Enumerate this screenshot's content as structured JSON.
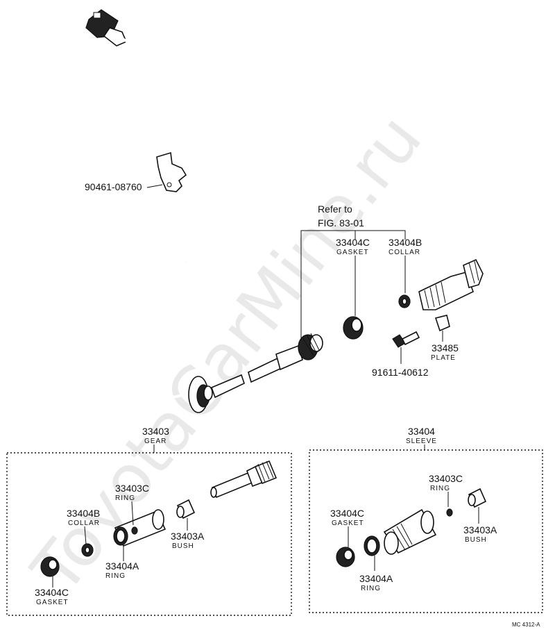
{
  "watermark": "ToyotaCarMine.ru",
  "footer_code": "MC 4312-A",
  "refer": {
    "line1": "Refer to",
    "line2": "FIG. 83-01"
  },
  "labels": {
    "clip": "90461-08760",
    "gasket_top": {
      "num": "33404C",
      "name": "GASKET"
    },
    "collar_top": {
      "num": "33404B",
      "name": "COLLAR"
    },
    "plate": {
      "num": "33485",
      "name": "PLATE"
    },
    "bolt": "91611-40612",
    "gear_group": {
      "num": "33403",
      "name": "GEAR"
    },
    "sleeve_group": {
      "num": "33404",
      "name": "SLEEVE"
    },
    "gear_box": {
      "ring_c": {
        "num": "33403C",
        "name": "RING"
      },
      "collar": {
        "num": "33404B",
        "name": "COLLAR"
      },
      "bush": {
        "num": "33403A",
        "name": "BUSH"
      },
      "ring_a": {
        "num": "33404A",
        "name": "RING"
      },
      "gasket": {
        "num": "33404C",
        "name": "GASKET"
      }
    },
    "sleeve_box": {
      "ring_c": {
        "num": "33403C",
        "name": "RING"
      },
      "gasket": {
        "num": "33404C",
        "name": "GASKET"
      },
      "bush": {
        "num": "33403A",
        "name": "BUSH"
      },
      "ring_a": {
        "num": "33404A",
        "name": "RING"
      }
    }
  }
}
